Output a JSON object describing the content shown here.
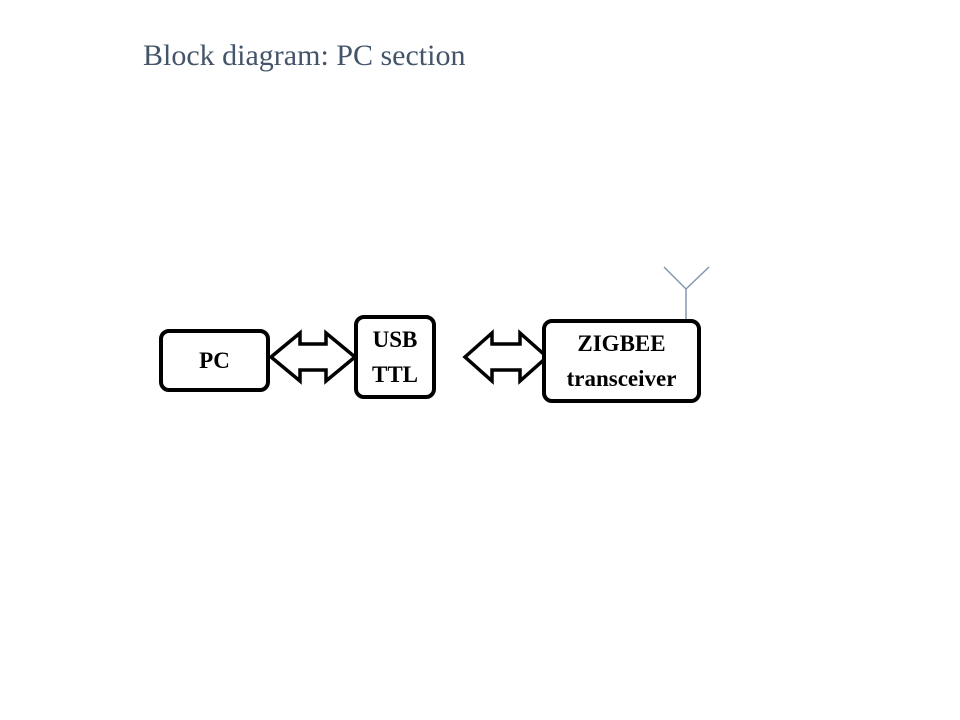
{
  "title": "Block diagram: PC section",
  "blocks": {
    "pc": {
      "line1": "PC"
    },
    "usb_ttl": {
      "line1": "USB",
      "line2": "TTL"
    },
    "zigbee": {
      "line1": "ZIGBEE",
      "line2": "transceiver"
    }
  },
  "icons": {
    "link_pc_usb": "double-arrow-icon",
    "link_usb_zigbee": "double-arrow-icon",
    "antenna": "antenna-icon"
  },
  "colors": {
    "title": "#44546a",
    "block_border": "#000000",
    "antenna": "#8497b0"
  }
}
